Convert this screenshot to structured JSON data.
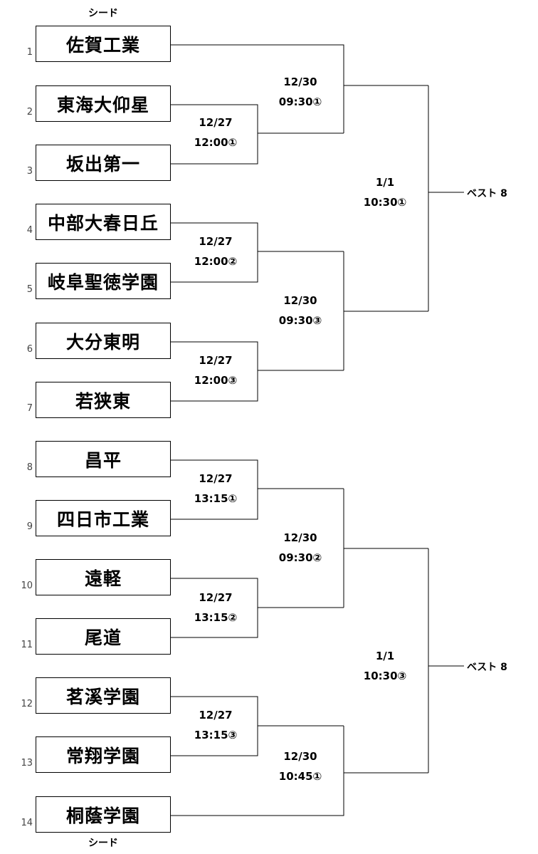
{
  "seed_label_top": "シード",
  "seed_label_bottom": "シード",
  "teams": [
    {
      "no": "1",
      "name": "佐賀工業"
    },
    {
      "no": "2",
      "name": "東海大仰星"
    },
    {
      "no": "3",
      "name": "坂出第一"
    },
    {
      "no": "4",
      "name": "中部大春日丘"
    },
    {
      "no": "5",
      "name": "岐阜聖徳学園"
    },
    {
      "no": "6",
      "name": "大分東明"
    },
    {
      "no": "7",
      "name": "若狭東"
    },
    {
      "no": "8",
      "name": "昌平"
    },
    {
      "no": "9",
      "name": "四日市工業"
    },
    {
      "no": "10",
      "name": "遠軽"
    },
    {
      "no": "11",
      "name": "尾道"
    },
    {
      "no": "12",
      "name": "茗溪学園"
    },
    {
      "no": "13",
      "name": "常翔学園"
    },
    {
      "no": "14",
      "name": "桐蔭学園"
    }
  ],
  "matches": [
    {
      "date": "12/27",
      "time": "12:00①"
    },
    {
      "date": "12/27",
      "time": "12:00②"
    },
    {
      "date": "12/27",
      "time": "12:00③"
    },
    {
      "date": "12/27",
      "time": "13:15①"
    },
    {
      "date": "12/27",
      "time": "13:15②"
    },
    {
      "date": "12/27",
      "time": "13:15③"
    },
    {
      "date": "12/30",
      "time": "09:30①"
    },
    {
      "date": "12/30",
      "time": "09:30③"
    },
    {
      "date": "12/30",
      "time": "09:30②"
    },
    {
      "date": "12/30",
      "time": "10:45①"
    },
    {
      "date": "1/1",
      "time": "10:30①"
    },
    {
      "date": "1/1",
      "time": "10:30③"
    }
  ],
  "results": [
    "ベスト 8",
    "ベスト 8"
  ]
}
